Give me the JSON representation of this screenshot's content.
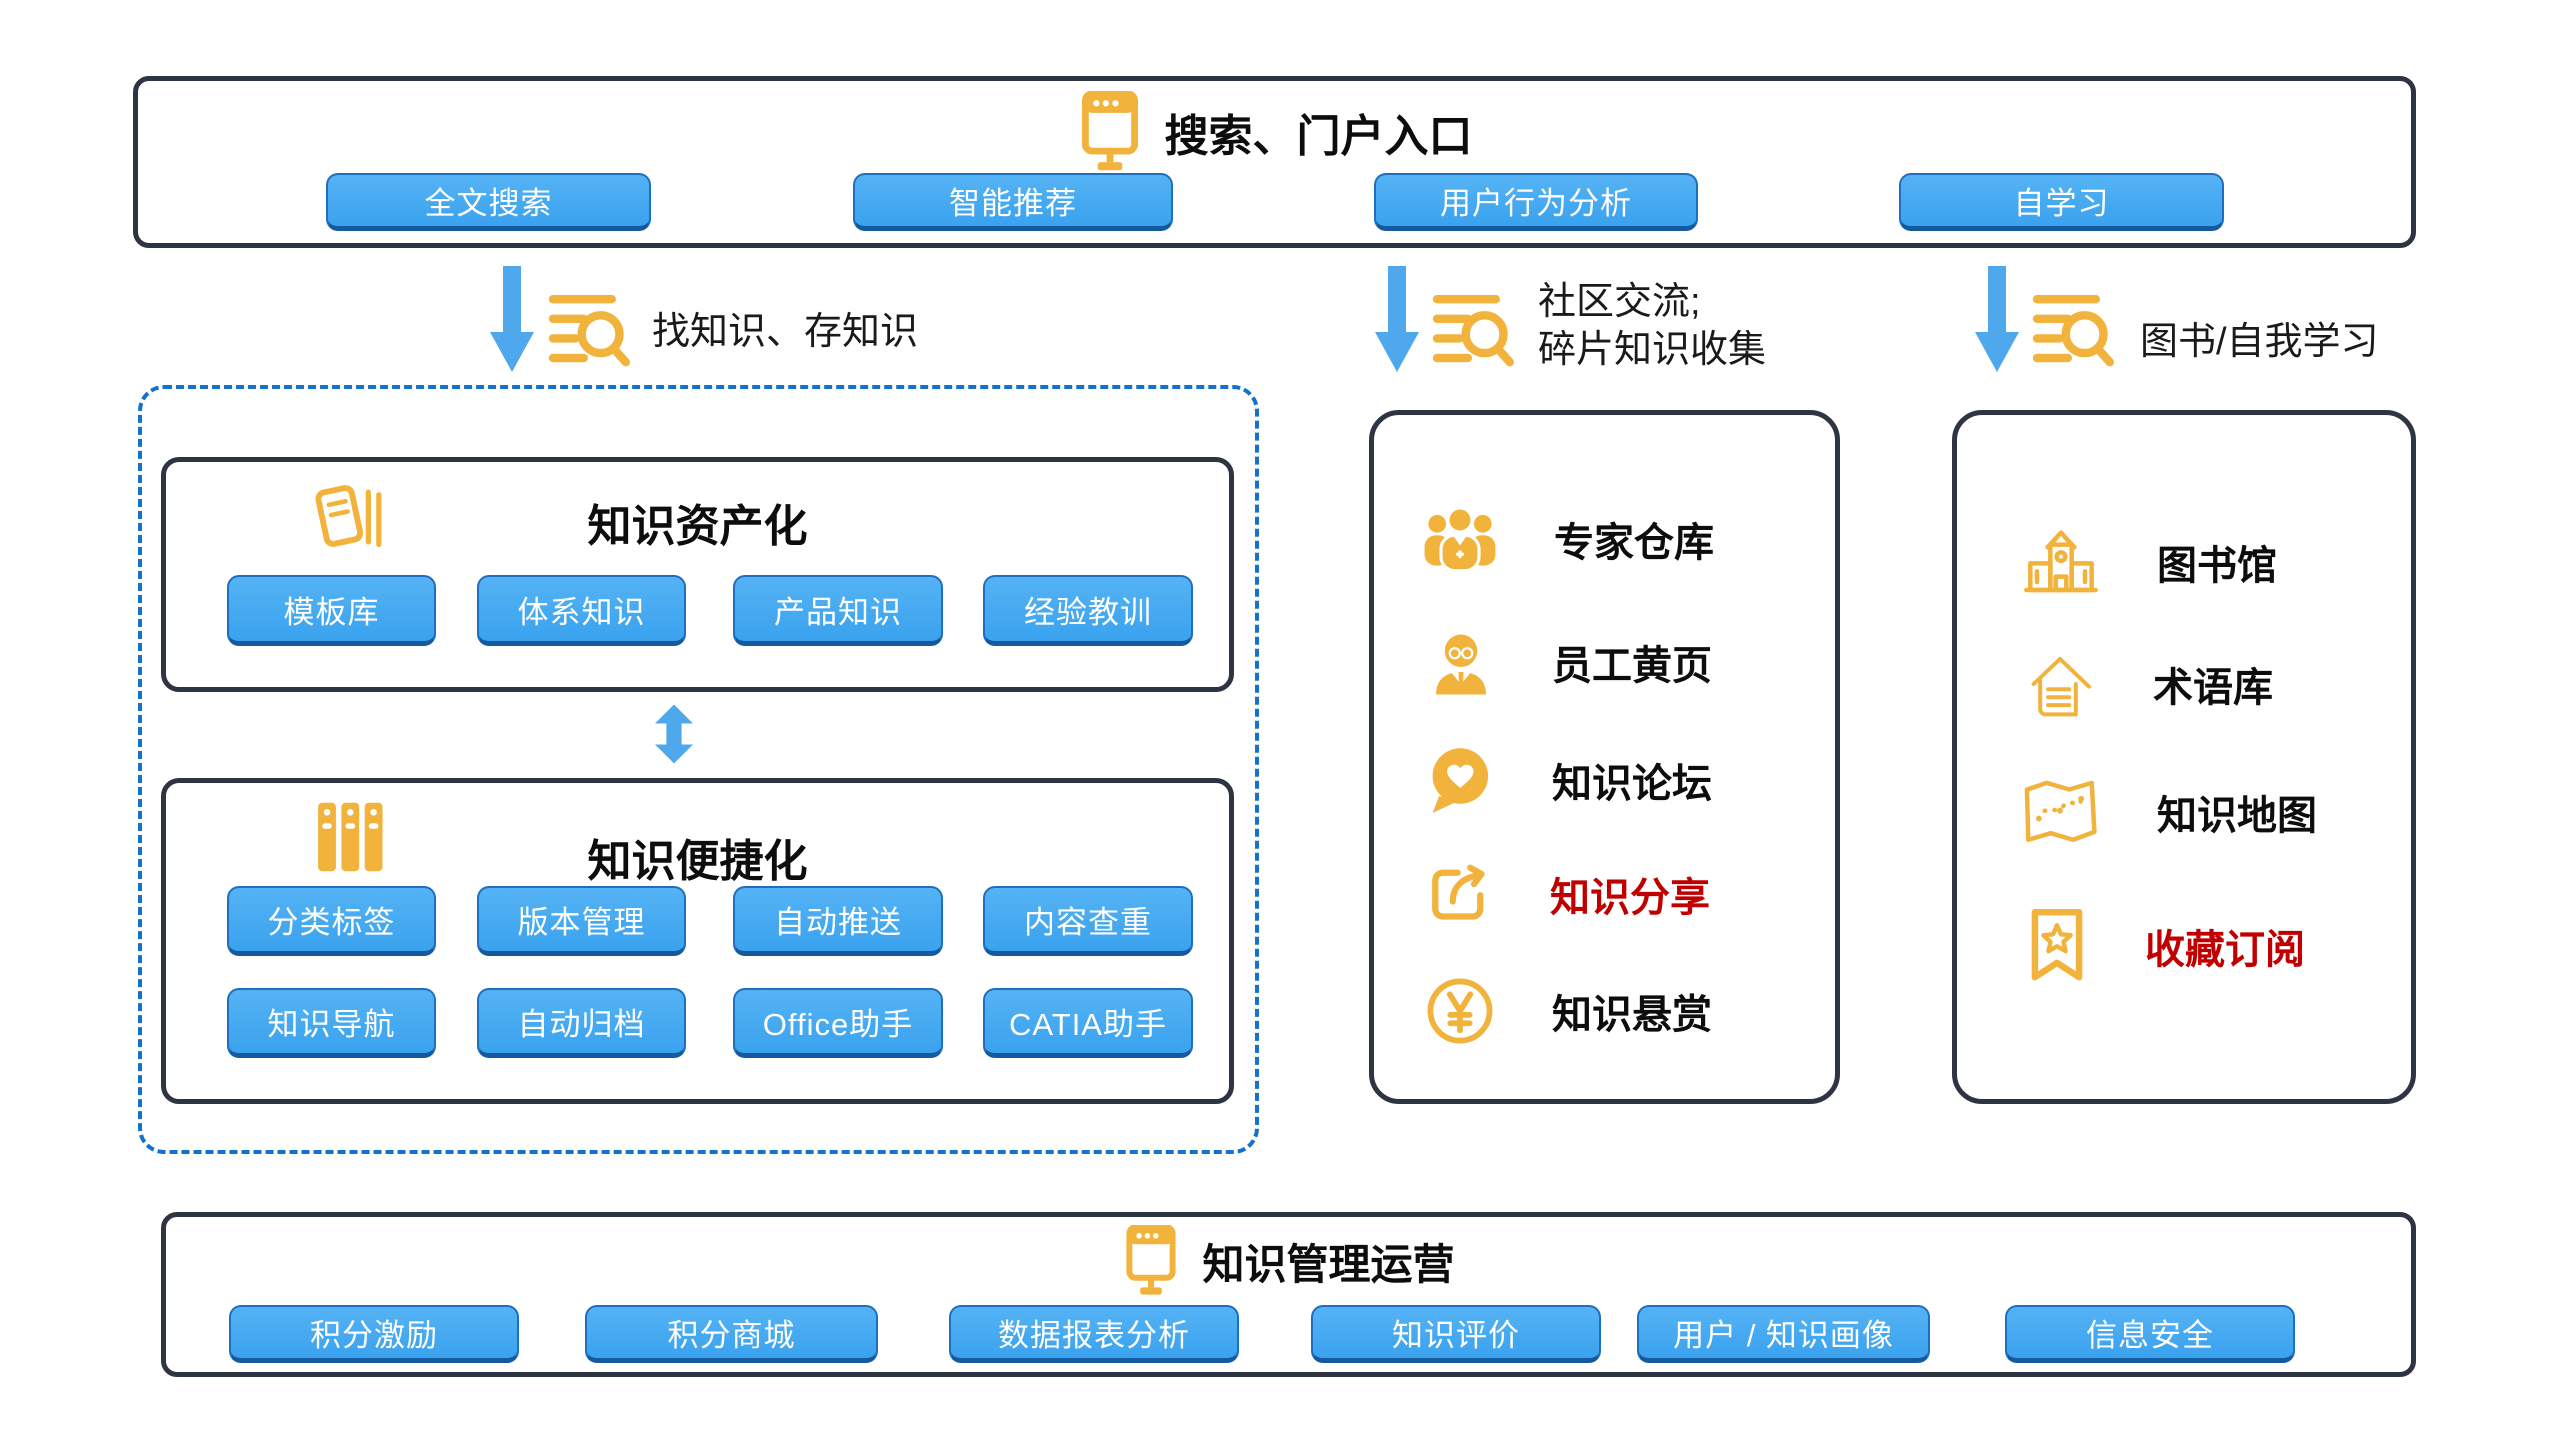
{
  "colors": {
    "button_blue": "#41a9f0",
    "arrow_blue": "#4fa8ec",
    "dashed_blue": "#1272ce",
    "dark_border": "#2e3542",
    "icon_yellow": "#f2b33d",
    "alert_red": "#c00000"
  },
  "portal": {
    "title": "搜索、门户入口",
    "icon": "kiosk-icon",
    "buttons": [
      "全文搜索",
      "智能推荐",
      "用户行为分析",
      "自学习"
    ]
  },
  "flows": [
    {
      "icon": "search-list-icon",
      "label": "找知识、存知识"
    },
    {
      "icon": "search-list-icon",
      "label_line1": "社区交流;",
      "label_line2": "碎片知识收集"
    },
    {
      "icon": "search-list-icon",
      "label": "图书/自我学习"
    }
  ],
  "asset": {
    "title": "知识资产化",
    "icon": "notebook-icon",
    "buttons": [
      "模板库",
      "体系知识",
      "产品知识",
      "经验教训"
    ]
  },
  "convenience": {
    "title": "知识便捷化",
    "icon": "binders-icon",
    "rows": [
      [
        "分类标签",
        "版本管理",
        "自动推送",
        "内容查重"
      ],
      [
        "知识导航",
        "自动归档",
        "Office助手",
        "CATIA助手"
      ]
    ]
  },
  "community": {
    "items": [
      {
        "icon": "people-group-icon",
        "label": "专家仓库",
        "emphasis": false
      },
      {
        "icon": "employee-icon",
        "label": "员工黄页",
        "emphasis": false
      },
      {
        "icon": "chat-heart-icon",
        "label": "知识论坛",
        "emphasis": false
      },
      {
        "icon": "share-icon",
        "label": "知识分享",
        "emphasis": true
      },
      {
        "icon": "yen-circle-icon",
        "label": "知识悬赏",
        "emphasis": false
      }
    ]
  },
  "library": {
    "items": [
      {
        "icon": "library-icon",
        "label": "图书馆",
        "emphasis": false
      },
      {
        "icon": "house-lines-icon",
        "label": "术语库",
        "emphasis": false
      },
      {
        "icon": "map-icon",
        "label": "知识地图",
        "emphasis": false
      },
      {
        "icon": "bookmark-star-icon",
        "label": "收藏订阅",
        "emphasis": true
      }
    ]
  },
  "operations": {
    "title": "知识管理运营",
    "icon": "kiosk-icon",
    "buttons": [
      "积分激励",
      "积分商城",
      "数据报表分析",
      "知识评价",
      "用户 / 知识画像",
      "信息安全"
    ]
  }
}
